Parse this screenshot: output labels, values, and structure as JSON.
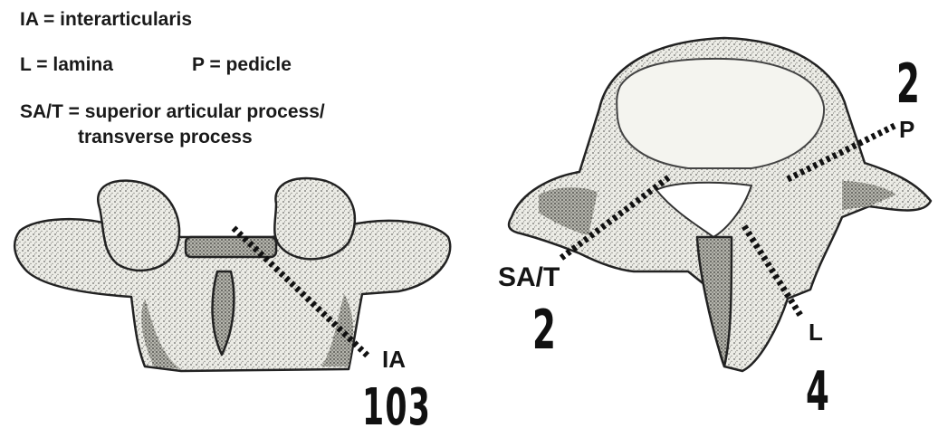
{
  "legend": {
    "ia_def": "IA = interarticularis",
    "l_def": "L = lamina",
    "p_def": "P = pedicle",
    "sat_def_line1": "SA/T = superior articular process/",
    "sat_def_line2": "transverse process"
  },
  "figure_left": {
    "label_ia": "IA",
    "figure_number": "103"
  },
  "figure_right": {
    "label_p": "P",
    "label_sat": "SA/T",
    "label_l": "L",
    "num_top_right": "2",
    "num_left": "2",
    "num_bottom": "4"
  },
  "colors": {
    "ink": "#111111",
    "bone": "#ecece6",
    "shade": "#8a8a84"
  }
}
